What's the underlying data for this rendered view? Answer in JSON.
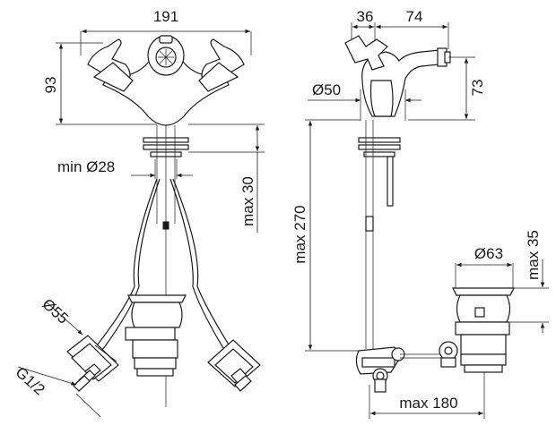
{
  "front_view": {
    "width_label": "191",
    "height_label": "93",
    "min_hole_label": "min Ø28",
    "max_deck_label": "max 30",
    "flange_label": "Ø55",
    "thread_label": "G1/2"
  },
  "side_view": {
    "offset_label": "36",
    "spout_label": "74",
    "base_label": "Ø50",
    "spout_height_label": "73",
    "max_height_label": "max 270",
    "drain_label": "Ø63",
    "drain_max_label": "max 35",
    "max_reach_label": "max 180"
  }
}
